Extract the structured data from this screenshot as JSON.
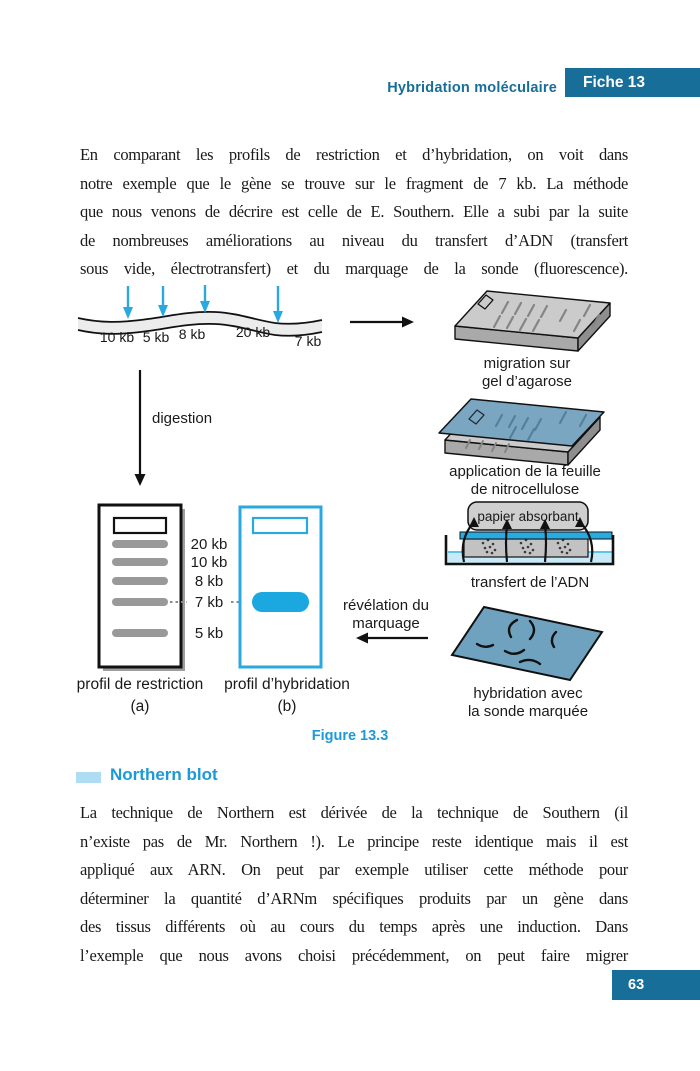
{
  "header": {
    "section": "Hybridation moléculaire",
    "badge": "Fiche 13"
  },
  "p1": {
    "lines": [
      "En comparant les profils de restriction et d’hybridation, on voit dans",
      "notre exemple que le gène se trouve sur le fragment de 7 kb. La méthode",
      "que nous venons de décrire est celle de E. Southern. Elle a subi par la suite",
      "de nombreuses améliorations au niveau du transfert d’ADN (transfert",
      "sous vide, électrotransfert) et du marquage de la sonde (fluorescence)."
    ]
  },
  "fig": {
    "caption": "Figure 13.3",
    "dna": {
      "fragments": [
        "10 kb",
        "5 kb",
        "8 kb",
        "20 kb",
        "7 kb"
      ]
    },
    "labels": {
      "digestion": "digestion",
      "migration1": "migration sur",
      "migration2": "gel d’agarose",
      "application1": "application de la feuille",
      "application2": "de nitrocellulose",
      "papier": "papier absorbant",
      "transfert": "transfert de l’ADN",
      "revelation1": "révélation du",
      "revelation2": "marquage",
      "hybridation1": "hybridation avec",
      "hybridation2": "la sonde marquée"
    },
    "sizes": [
      "20 kb",
      "10 kb",
      "8 kb",
      "7 kb",
      "5 kb"
    ],
    "panel_a": {
      "label": "profil de restriction",
      "sub": "(a)"
    },
    "panel_b": {
      "label": "profil d’hybridation",
      "sub": "(b)"
    }
  },
  "section": {
    "title": "Northern blot"
  },
  "p2": {
    "lines": [
      "La technique de Northern est dérivée de la technique de Southern (il",
      "n’existe pas de Mr. Northern !). Le principe reste identique mais il est",
      "appliqué aux ARN. On peut par exemple utiliser cette méthode pour",
      "déterminer la quantité d’ARNm spécifiques produits par un gène dans",
      "des tissus différents où au cours du temps après une induction. Dans",
      "l’exemple que nous avons choisi précédemment, on peut faire migrer"
    ]
  },
  "footer": {
    "page": "63"
  },
  "colors": {
    "teal": "#176E99",
    "accent_cyan": "#29A9E0",
    "heading_blue": "#1B9AD7",
    "sheet_blue": "#6FA2BF",
    "bullet_blue": "#AEDCF2"
  }
}
